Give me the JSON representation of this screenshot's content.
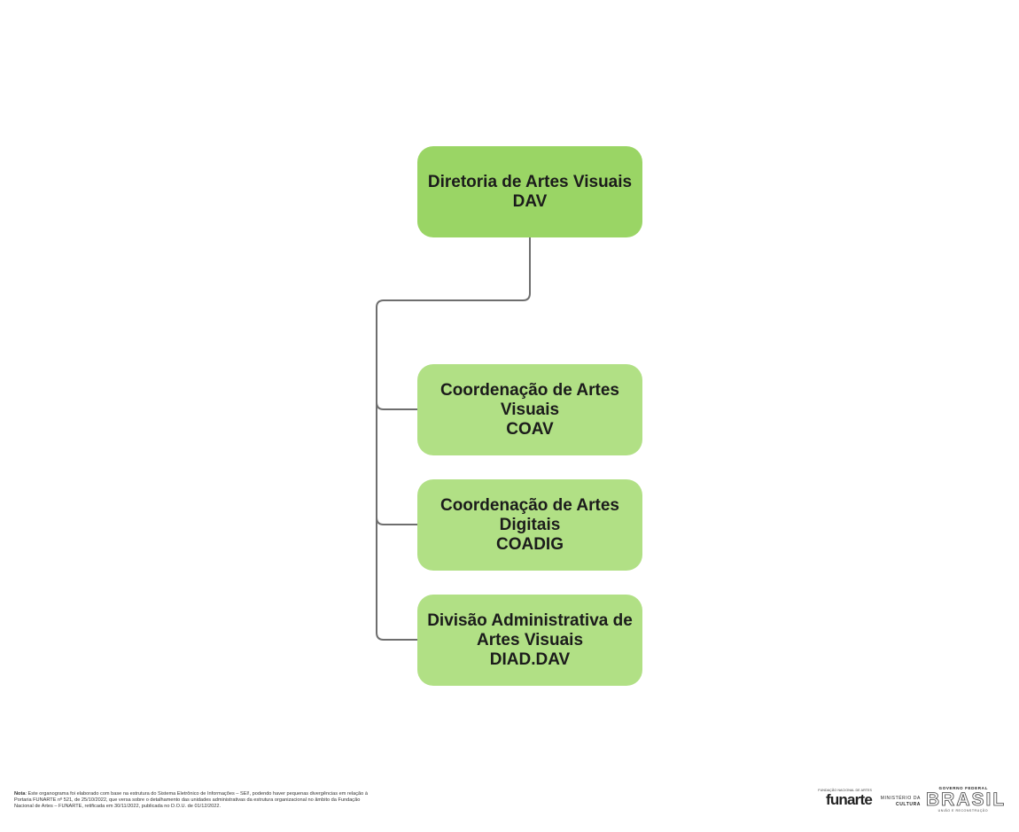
{
  "org_chart": {
    "root": {
      "lines": [
        "Diretoria de Artes Visuais",
        "DAV"
      ],
      "color": "#9ad565"
    },
    "children": [
      {
        "lines": [
          "Coordenação de Artes",
          "Visuais",
          "COAV"
        ]
      },
      {
        "lines": [
          "Coordenação de Artes",
          "Digitais",
          "COADIG"
        ]
      },
      {
        "lines": [
          "Divisão Administrativa de",
          "Artes Visuais",
          "DIAD.DAV"
        ]
      }
    ],
    "child_color": "#b1e085",
    "connector_color": "#6e6e6e"
  },
  "footer": {
    "note_label": "Nota",
    "note_text": ": Este organograma foi elaborado com base na estrutura do Sistema Eletrônico de Informações – SEI!, podendo haver pequenas divergências em relação à Portaria FUNARTE nº 521, de 25/10/2022, que versa sobre o detalhamento das unidades administrativas da estrutura organizacional no âmbito da Fundação Nacional de Artes – FUNARTE, retificada em 30/11/2022, publicada no D.O.U. de 01/12/2022."
  },
  "logos": {
    "funarte_small": "FUNDAÇÃO NACIONAL DE ARTES",
    "funarte_name": "funarte",
    "ministry_line1": "MINISTÉRIO DA",
    "ministry_line2": "CULTURA",
    "gov_top": "GOVERNO FEDERAL",
    "gov_brasil": "BRASIL",
    "gov_bottom": "UNIÃO E RECONSTRUÇÃO"
  }
}
